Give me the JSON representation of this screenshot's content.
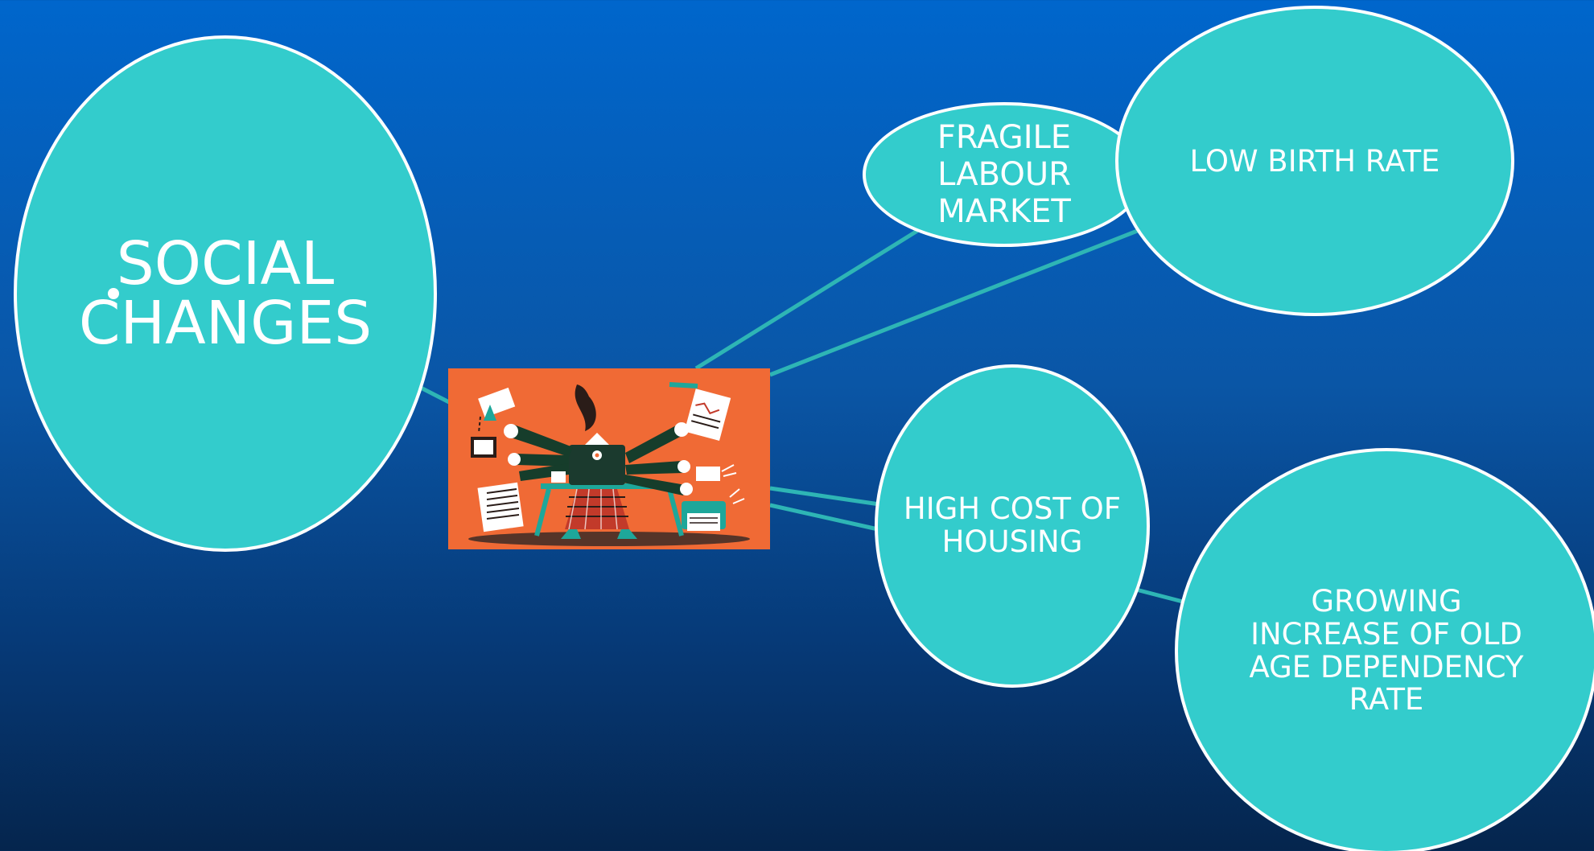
{
  "diagram": {
    "center_image": {
      "icon": "multitasking-worker-illustration",
      "background": "#f06a35"
    },
    "nodes": [
      {
        "id": "social",
        "label": "SOCIAL CHANGES"
      },
      {
        "id": "fragile",
        "label": "FRAGILE LABOUR MARKET"
      },
      {
        "id": "lowbirth",
        "label": "LOW BIRTH RATE"
      },
      {
        "id": "housing",
        "label": "HIGH COST OF HOUSING"
      },
      {
        "id": "growing",
        "label": "GROWING INCREASE OF OLD AGE  DEPENDENCY RATE"
      }
    ],
    "colors": {
      "bubble_fill": "#33cccc",
      "bubble_border": "#ffffff",
      "connector": "#2eb5b5",
      "background_top": "#0066cc",
      "background_bottom": "#05254d"
    }
  }
}
